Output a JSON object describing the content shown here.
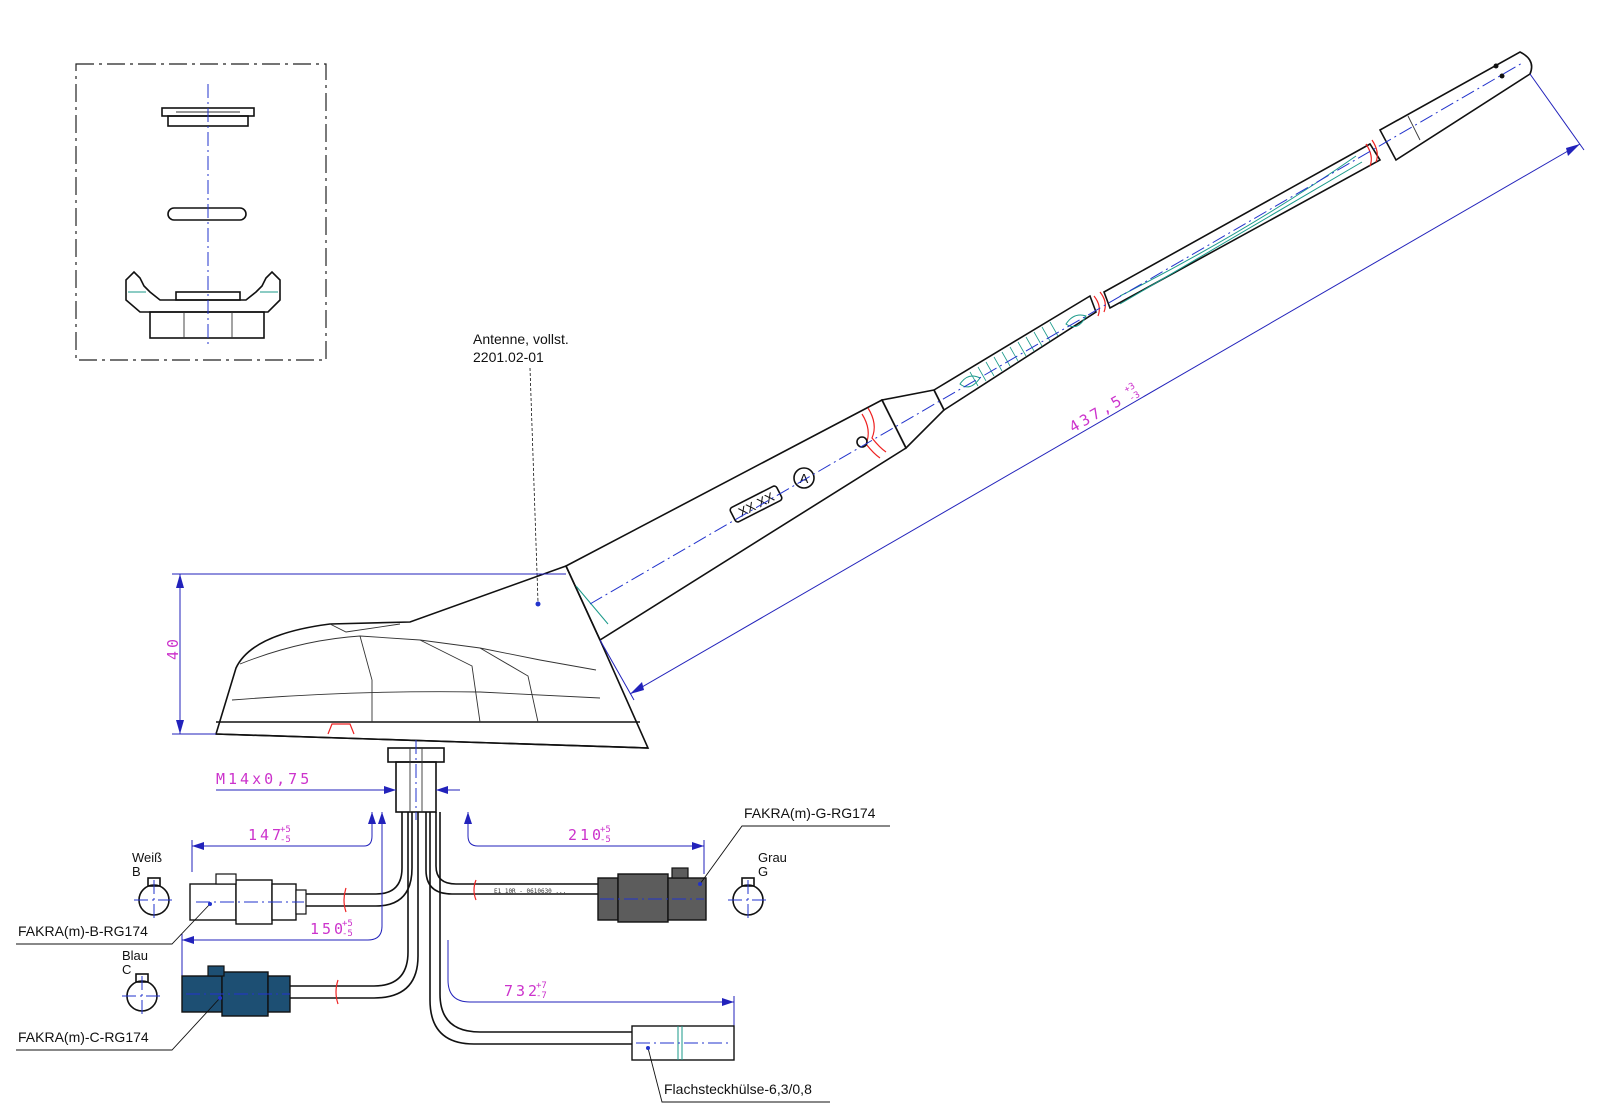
{
  "labels": {
    "antenna_title": "Antenne, vollst.",
    "antenna_part": "2201.02-01",
    "fakra_g": "FAKRA(m)-G-RG174",
    "fakra_b": "FAKRA(m)-B-RG174",
    "fakra_c": "FAKRA(m)-C-RG174",
    "flachsteck": "Flachsteckhülse-6,3/0,8",
    "weiss": "Weiß",
    "weiss_code": "B",
    "grau": "Grau",
    "grau_code": "G",
    "blau": "Blau",
    "blau_code": "C",
    "cable_print": "E1 10R - 0610630 ..."
  },
  "dimensions": {
    "rod_length": "437,5",
    "rod_length_tol_upper": "+3",
    "rod_length_tol_lower": "-3",
    "height": "40",
    "thread": "M14x0,75",
    "cable_b": "147",
    "cable_b_tol_upper": "+5",
    "cable_b_tol_lower": "-5",
    "cable_g": "210",
    "cable_g_tol_upper": "+5",
    "cable_g_tol_lower": "-5",
    "cable_c": "150",
    "cable_c_tol_upper": "+5",
    "cable_c_tol_lower": "-5",
    "cable_flat": "732",
    "cable_flat_tol_upper": "+7",
    "cable_flat_tol_lower": "-7"
  },
  "markers": {
    "rating_box": "XX XX",
    "circle_mark": "A"
  },
  "colors": {
    "outline": "#111111",
    "dimension": "#2222bb",
    "dimension_text": "#cc33cc",
    "break_lines": "#ee2222",
    "connector_grey": "#5c5c5c",
    "connector_blue": "#1d4f73"
  }
}
